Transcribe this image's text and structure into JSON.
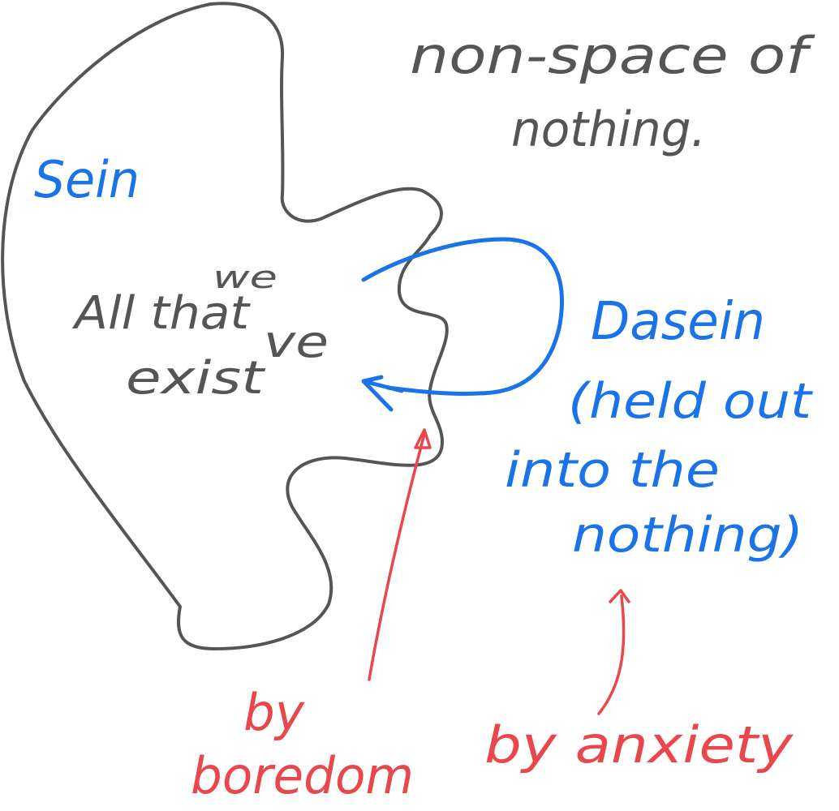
{
  "colors": {
    "ink_gray": "#555555",
    "ink_blue": "#1a73e8",
    "ink_red": "#e8484c",
    "background": "#ffffff"
  },
  "labels": {
    "nothing_line1": "non-space of",
    "nothing_line2": "nothing.",
    "sein": "Sein",
    "beings_line1": "All that",
    "beings_we": "we",
    "beings_line2": "exist",
    "beings_ve": "ve",
    "dasein_line1": "Dasein",
    "dasein_line2": "(held out",
    "dasein_line3": "into the",
    "dasein_line4": "nothing)",
    "boredom_line1": "by",
    "boredom_line2": "boredom",
    "anxiety": "by anxiety"
  }
}
